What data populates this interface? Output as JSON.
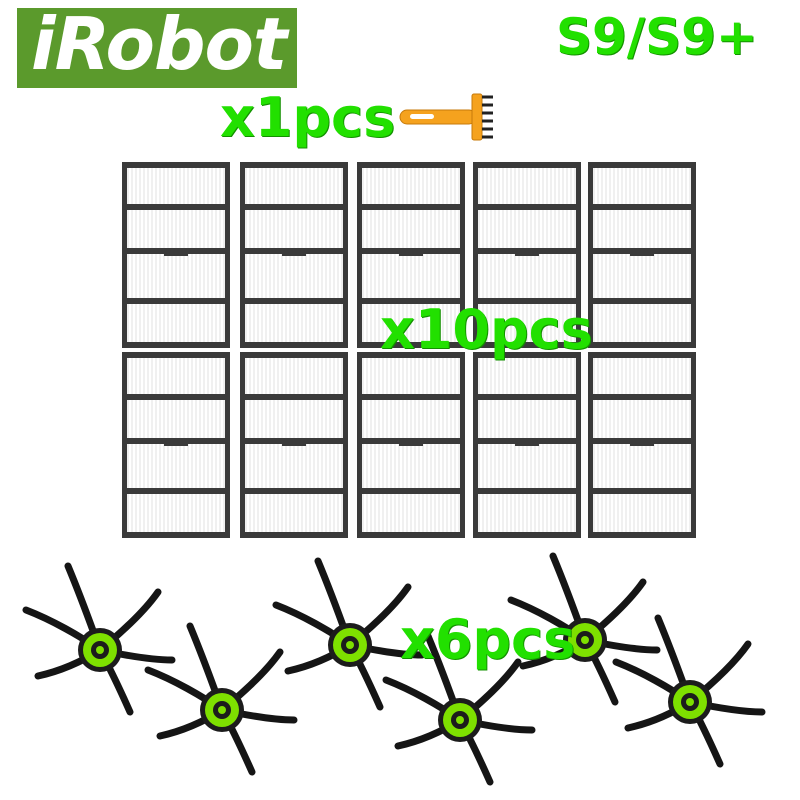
{
  "logo": {
    "text": "iRobot",
    "color": "#5b9a2c"
  },
  "model": "S9/S9+",
  "quantities": {
    "tool": "x1pcs",
    "filters": "x10pcs",
    "side_brushes": "x6pcs"
  },
  "colors": {
    "label_green": "#22e000",
    "tool_orange": "#f5a21e",
    "filter_frame": "#3a3a3a",
    "brush_hub": "#7ee000"
  },
  "items": {
    "cleaning_tool_count": 1,
    "filter_count": 10,
    "side_brush_count": 6
  }
}
